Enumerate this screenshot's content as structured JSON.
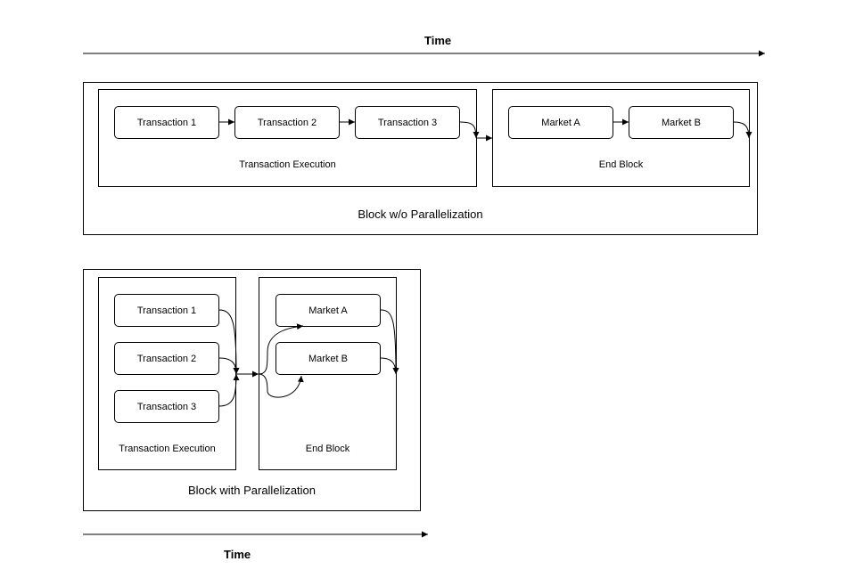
{
  "top_diagram": {
    "time_label": "Time",
    "block_label": "Block w/o Parallelization",
    "execution": {
      "label": "Transaction Execution",
      "transactions": [
        "Transaction 1",
        "Transaction 2",
        "Transaction 3"
      ]
    },
    "end_block": {
      "label": "End Block",
      "markets": [
        "Market A",
        "Market B"
      ]
    }
  },
  "bottom_diagram": {
    "time_label": "Time",
    "block_label": "Block with Parallelization",
    "execution": {
      "label": "Transaction Execution",
      "transactions": [
        "Transaction 1",
        "Transaction 2",
        "Transaction 3"
      ]
    },
    "end_block": {
      "label": "End Block",
      "markets": [
        "Market A",
        "Market B"
      ]
    }
  }
}
